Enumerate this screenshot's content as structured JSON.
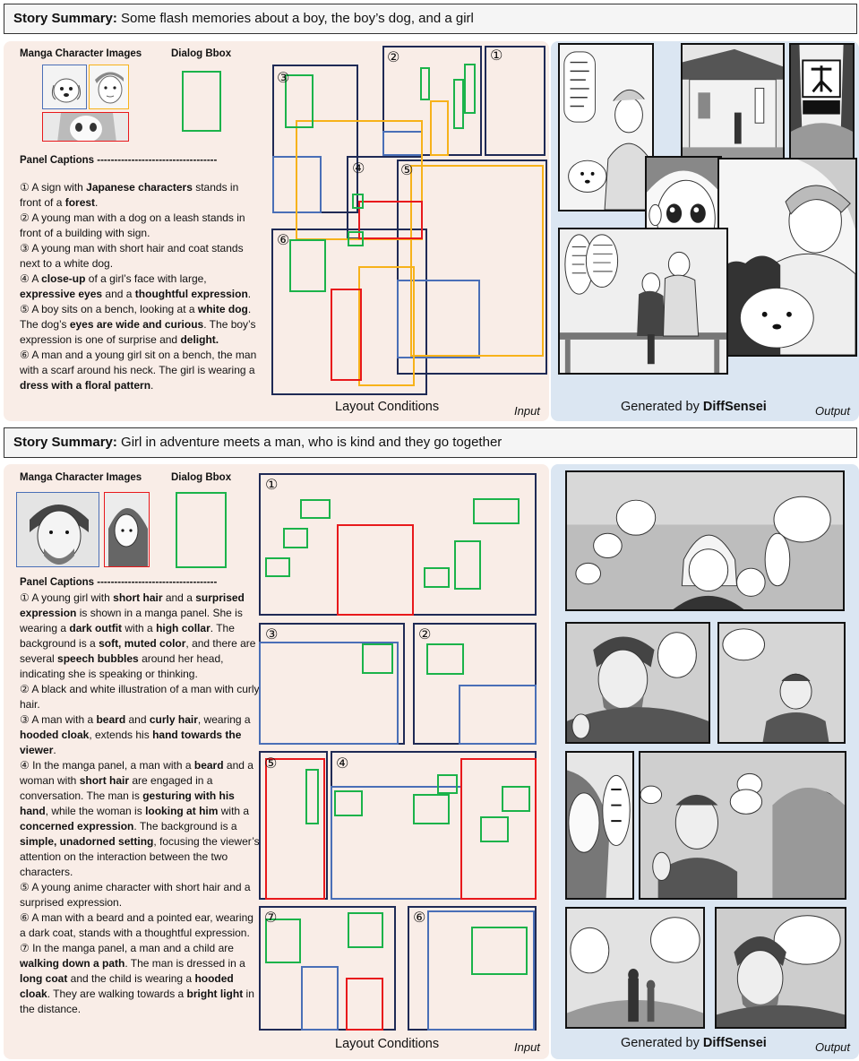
{
  "figure1": {
    "summary_label": "Story Summary:",
    "summary_text": " Some flash memories about a boy, the boy’s dog, and a girl",
    "char_images_header": "Manga Character Images",
    "dialog_header": "Dialog Bbox",
    "captions_title": "Panel Captions -----------------------------------",
    "captions": [
      "① A sign with <b>Japanese characters</b> stands in front of a <b>forest</b>.",
      "② A young man with a dog on a leash stands in front of a building with sign.",
      "③ A young man with short hair and coat stands next to a white dog.",
      "④ A <b>close-up</b> of a girl’s face with large, <b>expressive eyes</b> and a <b>thoughtful expression</b>.",
      "⑤ A boy sits on a bench, looking at a <b>white dog</b>. The dog’s <b>eyes are wide and curious</b>. The boy’s expression is one of surprise and <b>delight.</b>",
      "⑥ A man and a young girl sit on a bench, the man with a scarf around his neck. The girl is wearing a <b>dress with a floral pattern</b>."
    ],
    "panel_numbers": [
      "③",
      "②",
      "①",
      "④",
      "⑤",
      "⑥"
    ],
    "layout_label": "Layout Conditions",
    "input_label": "Input",
    "generated_prefix": "Generated by ",
    "model_name": "DiffSensei",
    "output_label": "Output"
  },
  "figure2": {
    "summary_label": "Story Summary:",
    "summary_text": " Girl in adventure meets a man, who is kind and they go together",
    "char_images_header": "Manga Character Images",
    "dialog_header": "Dialog Bbox",
    "captions_title": "Panel Captions -----------------------------------",
    "captions": [
      "① A young girl with <b>short hair</b> and a <b>surprised expression</b> is shown in a manga panel. She is wearing a <b>dark outfit</b> with a <b>high collar</b>. The background is a <b>soft, muted color</b>, and there are several <b>speech bubbles</b> around her head, indicating she is speaking or thinking.",
      "② A black and white illustration of a man with curly hair.",
      "③ A man with a <b>beard</b> and <b>curly hair</b>, wearing a <b>hooded cloak</b>, extends his <b>hand towards the viewer</b>.",
      "④ In the manga panel, a man with a <b>beard</b> and a woman with <b>short hair</b> are engaged in a conversation. The man is <b>gesturing with his hand</b>, while the woman is <b>looking at him</b> with a <b>concerned expression</b>. The background is a <b>simple, unadorned setting</b>, focusing the viewer’s attention on the interaction between the two characters.",
      "⑤ A young anime character with short hair and a surprised expression.",
      "⑥ A man with a beard and a pointed ear, wearing a dark coat, stands with a thoughtful expression.",
      "⑦ In the manga panel, a man and a child are <b>walking down a path</b>. The man is dressed in a <b>long coat</b> and the child is wearing a <b>hooded cloak</b>. They are walking towards a <b>bright light</b> in the distance."
    ],
    "panel_numbers": [
      "①",
      "③",
      "②",
      "⑤",
      "④",
      "⑦",
      "⑥"
    ],
    "layout_label": "Layout Conditions",
    "input_label": "Input",
    "generated_prefix": "Generated by ",
    "model_name": "DiffSensei",
    "output_label": "Output"
  },
  "colors": {
    "input_bg": "#f9ede7",
    "output_bg": "#dbe6f2",
    "dialog_box": "#1bb34a",
    "char_red": "#e8191c",
    "char_blue": "#4a6fb7",
    "char_yellow": "#f7b21a",
    "panel_border": "#1f2a55"
  }
}
